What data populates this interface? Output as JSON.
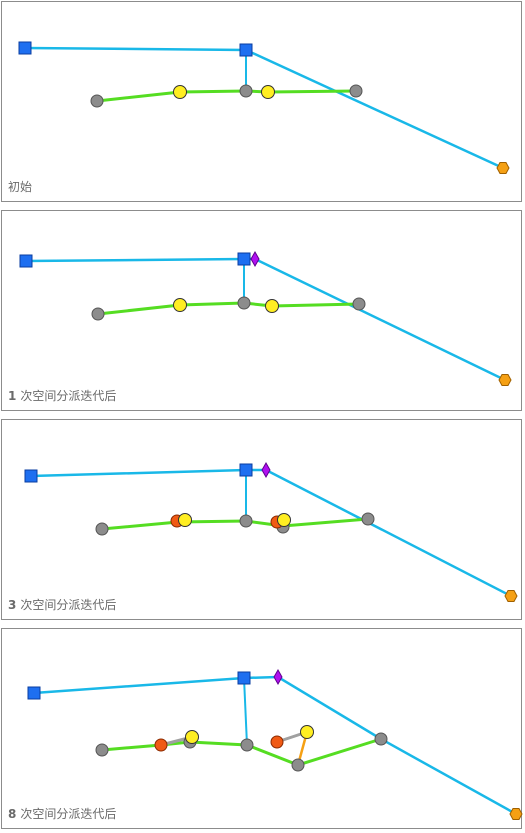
{
  "colors": {
    "network_line": "#19b8e8",
    "green_line": "#55dd22",
    "square_fill": "#1e6ff0",
    "square_stroke": "#0a3ea0",
    "gray_node": "#8c8c8c",
    "yellow_node": "#ffee22",
    "orange_node": "#f05a14",
    "hexagon_fill": "#f5a014",
    "diamond_fill": "#b010f0",
    "orange_link": "#f5a014",
    "gray_link": "#a0a0a0"
  },
  "panels": [
    {
      "number": "",
      "text": "初始"
    },
    {
      "number": "1",
      "text": "次空间分派迭代后"
    },
    {
      "number": "3",
      "text": "次空间分派迭代后"
    },
    {
      "number": "8",
      "text": "次空间分派迭代后"
    }
  ]
}
